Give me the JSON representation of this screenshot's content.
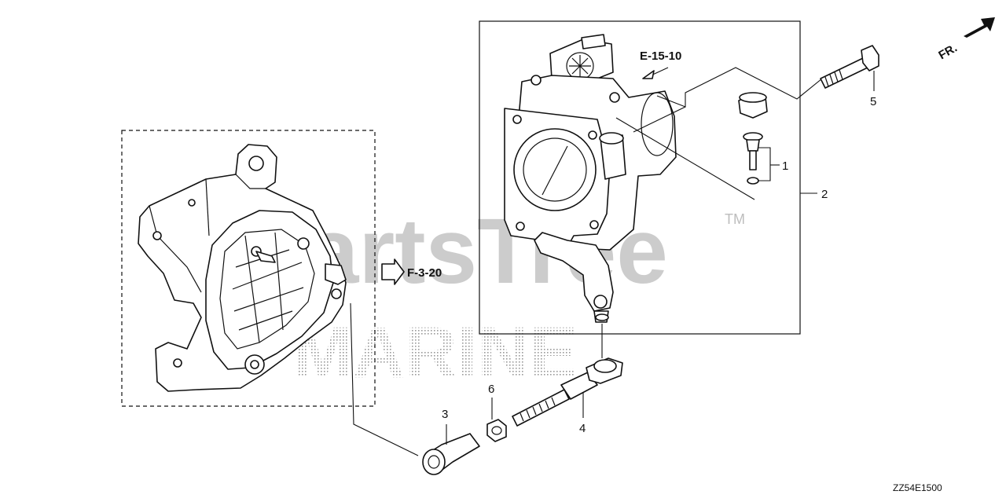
{
  "watermark": {
    "line1": "PartsTree",
    "tm": "TM",
    "line2": "MARINE"
  },
  "references": {
    "engine_ref": "E-15-10",
    "frame_ref": "F-3-20"
  },
  "front_indicator": "FR.",
  "callouts": [
    {
      "id": "1",
      "label": "1"
    },
    {
      "id": "2",
      "label": "2"
    },
    {
      "id": "3",
      "label": "3"
    },
    {
      "id": "4",
      "label": "4"
    },
    {
      "id": "5",
      "label": "5"
    },
    {
      "id": "6",
      "label": "6"
    }
  ],
  "diagram_code": "ZZ54E1500"
}
